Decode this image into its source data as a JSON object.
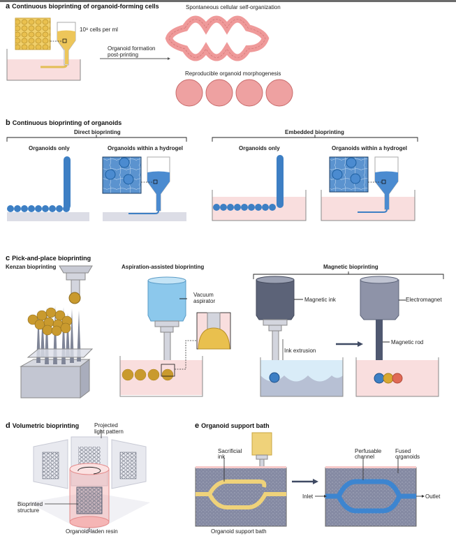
{
  "figure": {
    "panels": {
      "a": {
        "letter": "a",
        "title": "Continuous bioprinting of organoid-forming cells",
        "concentration_label": "10⁸ cells per ml",
        "arrow_label_line1": "Organoid formation",
        "arrow_label_line2": "post-printing",
        "outcome_top": "Spontaneous cellular self-organization",
        "outcome_bottom": "Reproducible organoid morphogenesis"
      },
      "b": {
        "letter": "b",
        "title": "Continuous bioprinting of organoids",
        "groups": [
          {
            "label": "Direct bioprinting",
            "sub": [
              "Organoids only",
              "Organoids within a hydrogel"
            ]
          },
          {
            "label": "Embedded bioprinting",
            "sub": [
              "Organoids only",
              "Organoids within a hydrogel"
            ]
          }
        ]
      },
      "c": {
        "letter": "c",
        "title": "Pick-and-place bioprinting",
        "kenzan": "Kenzan bioprinting",
        "aspiration": "Aspiration-assisted bioprinting",
        "vacuum_line1": "Vacuum",
        "vacuum_line2": "aspirator",
        "magnetic": "Magnetic bioprinting",
        "magnetic_ink": "Magnetic ink",
        "ink_extrusion": "Ink extrusion",
        "electromagnet": "Electromagnet",
        "magnetic_rod": "Magnetic rod"
      },
      "d": {
        "letter": "d",
        "title": "Volumetric bioprinting",
        "projected_line1": "Projected",
        "projected_line2": "light pattern",
        "structure_line1": "Bioprinted",
        "structure_line2": "structure",
        "resin": "Organoid-laden resin"
      },
      "e": {
        "letter": "e",
        "title": "Organoid support bath",
        "sacrificial_line1": "Sacrificial",
        "sacrificial_line2": "ink",
        "bath": "Organoid support bath",
        "perfusable_line1": "Perfusable",
        "perfusable_line2": "channel",
        "fused_line1": "Fused",
        "fused_line2": "organoids",
        "inlet": "Inlet",
        "outlet": "Outlet"
      }
    },
    "colors": {
      "pink_bath": "#f9dede",
      "organoid_blue": "#3d7fc4",
      "cell_yellow": "#e8c35a",
      "organoid_gold": "#c99a2e",
      "tissue_pink": "#ef9a9a",
      "support_gray": "#8a8fa6"
    }
  }
}
